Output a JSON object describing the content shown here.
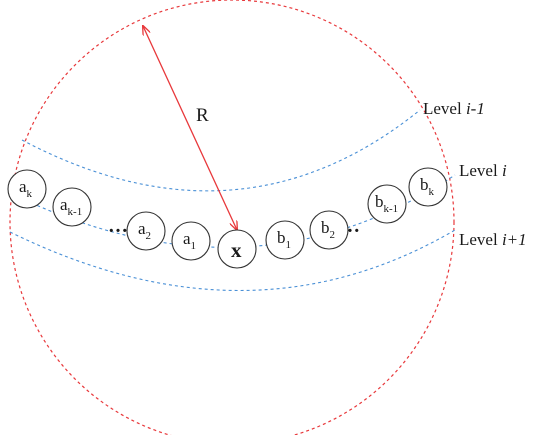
{
  "diagram": {
    "radius_label": "R",
    "levels": [
      {
        "text": "Level ",
        "index": "i-1"
      },
      {
        "text": "Level ",
        "index": "i"
      },
      {
        "text": "Level ",
        "index": "i+1"
      }
    ],
    "nodes": [
      {
        "main": "a",
        "sub": "k"
      },
      {
        "main": "a",
        "sub": "k-1"
      },
      {
        "main": "a",
        "sub": "2"
      },
      {
        "main": "a",
        "sub": "1"
      },
      {
        "main": "x",
        "sub": ""
      },
      {
        "main": "b",
        "sub": "1"
      },
      {
        "main": "b",
        "sub": "2"
      },
      {
        "main": "b",
        "sub": "k-1"
      },
      {
        "main": "b",
        "sub": "k"
      }
    ],
    "ellipsis": "…",
    "colors": {
      "outer_circle": "#e8383b",
      "radius_arrow": "#e8383b",
      "level_lines": "#4a90d6",
      "node_stroke": "#333333",
      "highlight_text": "#d9232a"
    }
  }
}
